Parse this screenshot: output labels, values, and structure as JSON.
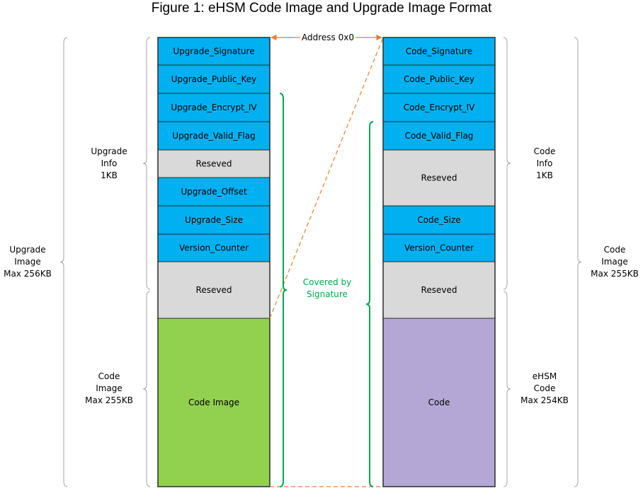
{
  "title": "Figure 1: eHSM Code Image and Upgrade Image Format",
  "address_label": "Address 0x0",
  "covered_label_line1": "Covered by",
  "covered_label_line2": "Signature",
  "left_labels": {
    "upgrade_info": [
      "Upgrade",
      "Info",
      "1KB"
    ],
    "upgrade_image": [
      "Upgrade",
      "Image",
      "Max 256KB"
    ],
    "code_image": [
      "Code",
      "Image",
      "Max 255KB"
    ]
  },
  "right_labels": {
    "code_info": [
      "Code",
      "Info",
      "1KB"
    ],
    "code_image": [
      "Code",
      "Image",
      "Max 255KB"
    ],
    "ehsm_code": [
      "eHSM",
      "Code",
      "Max 254KB"
    ]
  },
  "colors": {
    "blue": "#00b0f0",
    "gray": "#d9d9d9",
    "green": "#92d050",
    "purple": "#b4a7d6",
    "orange": "#ed7d31",
    "bracket_green": "#00a84f"
  },
  "upgrade_column": [
    {
      "label": "Upgrade_Signature",
      "fill": "blue"
    },
    {
      "label": "Upgrade_Public_Key",
      "fill": "blue"
    },
    {
      "label": "Upgrade_Encrypt_IV",
      "fill": "blue"
    },
    {
      "label": "Upgrade_Valid_Flag",
      "fill": "blue"
    },
    {
      "label": "Reseved",
      "fill": "gray"
    },
    {
      "label": "Upgrade_Offset",
      "fill": "blue"
    },
    {
      "label": "Upgrade_Size",
      "fill": "blue"
    },
    {
      "label": "Version_Counter",
      "fill": "blue"
    },
    {
      "label": "Reseved",
      "fill": "gray"
    },
    {
      "label": "Code Image",
      "fill": "green"
    }
  ],
  "code_column": [
    {
      "label": "Code_Signature",
      "fill": "blue"
    },
    {
      "label": "Code_Public_Key",
      "fill": "blue"
    },
    {
      "label": "Code_Encrypt_IV",
      "fill": "blue"
    },
    {
      "label": "Code_Valid_Flag",
      "fill": "blue"
    },
    {
      "label": "Reseved",
      "fill": "gray"
    },
    {
      "label": "Code_Size",
      "fill": "blue"
    },
    {
      "label": "Version_Counter",
      "fill": "blue"
    },
    {
      "label": "Reseved",
      "fill": "gray"
    },
    {
      "label": "Code",
      "fill": "purple"
    }
  ]
}
